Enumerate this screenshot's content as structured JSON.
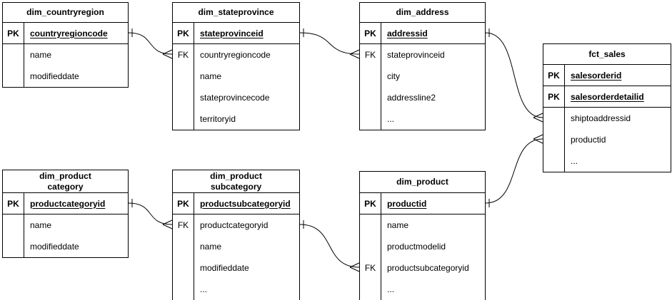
{
  "diagram": {
    "kind": "entity-relationship",
    "colors": {
      "background": "#ffffff",
      "line": "#000000",
      "text": "#000000",
      "table_fill": "#ffffff"
    },
    "tables": [
      {
        "id": "dim_countryregion",
        "title": "dim_countryregion",
        "rows": [
          {
            "key": "PK",
            "field": "countryregioncode",
            "is_pk": true,
            "separator": true
          },
          {
            "key": "",
            "field": "name",
            "is_pk": false,
            "separator": false
          },
          {
            "key": "",
            "field": "modifieddate",
            "is_pk": false,
            "separator": false
          }
        ]
      },
      {
        "id": "dim_stateprovince",
        "title": "dim_stateprovince",
        "rows": [
          {
            "key": "PK",
            "field": "stateprovinceid",
            "is_pk": true,
            "separator": true
          },
          {
            "key": "FK",
            "field": "countryregioncode",
            "is_pk": false,
            "separator": false
          },
          {
            "key": "",
            "field": "name",
            "is_pk": false,
            "separator": false
          },
          {
            "key": "",
            "field": "stateprovincecode",
            "is_pk": false,
            "separator": false
          },
          {
            "key": "",
            "field": "territoryid",
            "is_pk": false,
            "separator": false
          }
        ]
      },
      {
        "id": "dim_address",
        "title": "dim_address",
        "rows": [
          {
            "key": "PK",
            "field": "addressid",
            "is_pk": true,
            "separator": true
          },
          {
            "key": "FK",
            "field": "stateprovinceid",
            "is_pk": false,
            "separator": false
          },
          {
            "key": "",
            "field": "city",
            "is_pk": false,
            "separator": false
          },
          {
            "key": "",
            "field": "addressline2",
            "is_pk": false,
            "separator": false
          },
          {
            "key": "",
            "field": "...",
            "is_pk": false,
            "separator": false
          }
        ]
      },
      {
        "id": "fct_sales",
        "title": "fct_sales",
        "rows": [
          {
            "key": "PK",
            "field": "salesorderid",
            "is_pk": true,
            "separator": true
          },
          {
            "key": "PK",
            "field": "salesorderdetailid",
            "is_pk": true,
            "separator": true
          },
          {
            "key": "",
            "field": "shiptoaddressid",
            "is_pk": false,
            "separator": false
          },
          {
            "key": "",
            "field": "productid",
            "is_pk": false,
            "separator": false
          },
          {
            "key": "",
            "field": "...",
            "is_pk": false,
            "separator": false
          }
        ]
      },
      {
        "id": "dim_product_category",
        "title": "dim_product\ncategory",
        "rows": [
          {
            "key": "PK",
            "field": "productcategoryid",
            "is_pk": true,
            "separator": true
          },
          {
            "key": "",
            "field": "name",
            "is_pk": false,
            "separator": false
          },
          {
            "key": "",
            "field": "modifieddate",
            "is_pk": false,
            "separator": false
          }
        ]
      },
      {
        "id": "dim_product_subcategory",
        "title": "dim_product\nsubcategory",
        "rows": [
          {
            "key": "PK",
            "field": "productsubcategoryid",
            "is_pk": true,
            "separator": true
          },
          {
            "key": "FK",
            "field": "productcategoryid",
            "is_pk": false,
            "separator": false
          },
          {
            "key": "",
            "field": "name",
            "is_pk": false,
            "separator": false
          },
          {
            "key": "",
            "field": "modifieddate",
            "is_pk": false,
            "separator": false
          },
          {
            "key": "",
            "field": "...",
            "is_pk": false,
            "separator": false
          }
        ]
      },
      {
        "id": "dim_product",
        "title": "dim_product",
        "rows": [
          {
            "key": "PK",
            "field": "productid",
            "is_pk": true,
            "separator": true
          },
          {
            "key": "",
            "field": "name",
            "is_pk": false,
            "separator": false
          },
          {
            "key": "",
            "field": "productmodelid",
            "is_pk": false,
            "separator": false
          },
          {
            "key": "FK",
            "field": "productsubcategoryid",
            "is_pk": false,
            "separator": false
          },
          {
            "key": "",
            "field": "...",
            "is_pk": false,
            "separator": false
          }
        ]
      }
    ],
    "relationships": [
      {
        "from_table": "dim_countryregion",
        "from_field": "countryregioncode",
        "to_table": "dim_stateprovince",
        "to_field": "countryregioncode",
        "cardinality": "one-to-many"
      },
      {
        "from_table": "dim_stateprovince",
        "from_field": "stateprovinceid",
        "to_table": "dim_address",
        "to_field": "stateprovinceid",
        "cardinality": "one-to-many"
      },
      {
        "from_table": "dim_address",
        "from_field": "addressid",
        "to_table": "fct_sales",
        "to_field": "shiptoaddressid",
        "cardinality": "one-to-many"
      },
      {
        "from_table": "dim_product",
        "from_field": "productid",
        "to_table": "fct_sales",
        "to_field": "productid",
        "cardinality": "one-to-many"
      },
      {
        "from_table": "dim_product_category",
        "from_field": "productcategoryid",
        "to_table": "dim_product_subcategory",
        "to_field": "productcategoryid",
        "cardinality": "one-to-many"
      },
      {
        "from_table": "dim_product_subcategory",
        "from_field": "productsubcategoryid",
        "to_table": "dim_product",
        "to_field": "productsubcategoryid",
        "cardinality": "one-to-many"
      }
    ]
  }
}
